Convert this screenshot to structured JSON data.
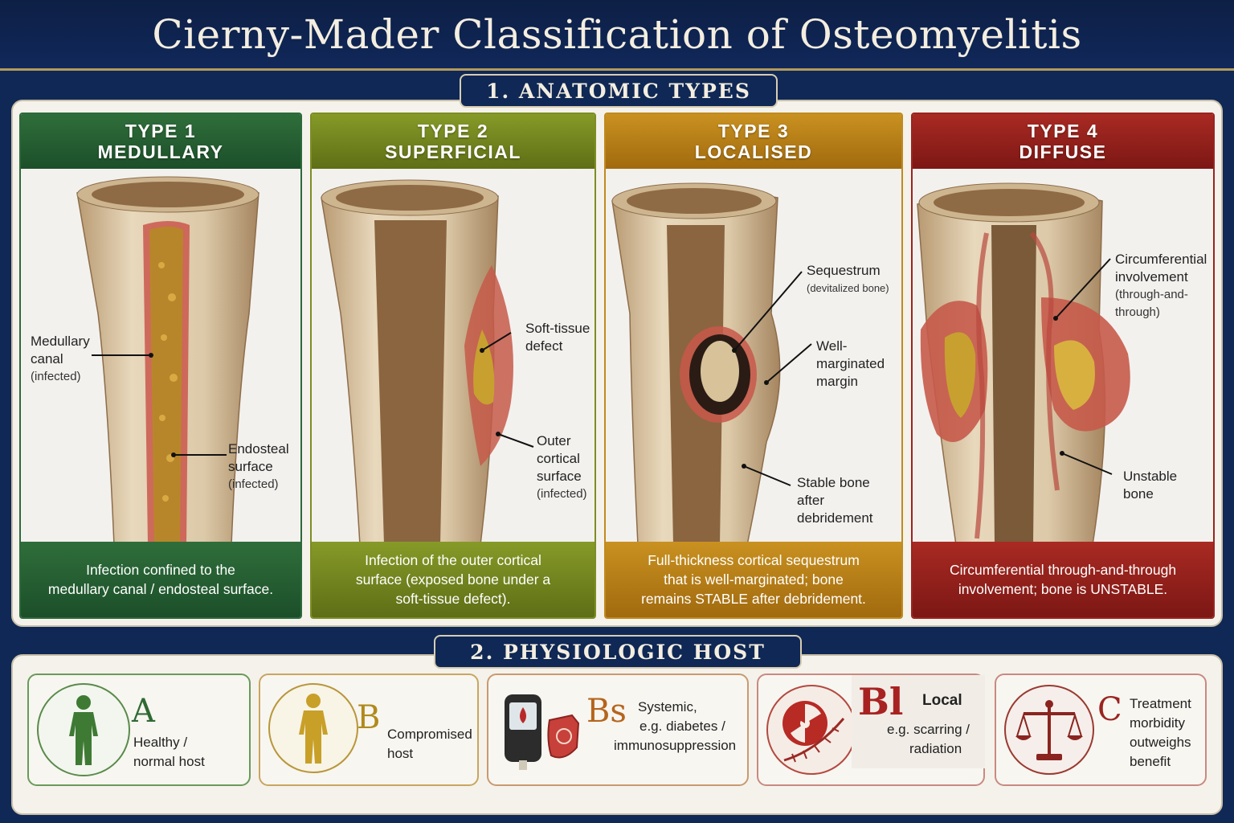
{
  "title": "Cierny-Mader Classification of Osteomyelitis",
  "section1": {
    "label": "1.  ANATOMIC TYPES"
  },
  "section2": {
    "label": "2.  PHYSIOLOGIC HOST"
  },
  "types": [
    {
      "line1": "TYPE 1",
      "line2": "MEDULLARY",
      "desc": [
        "Infection confined to the",
        "medullary canal / endosteal surface."
      ],
      "annotations": [
        {
          "lines": [
            "Medullary",
            "canal"
          ],
          "sub": "(infected)"
        },
        {
          "lines": [
            "Endosteal",
            "surface"
          ],
          "sub": "(infected)"
        }
      ]
    },
    {
      "line1": "TYPE 2",
      "line2": "SUPERFICIAL",
      "desc": [
        "Infection of the outer cortical",
        "surface (exposed bone under a",
        "soft-tissue defect)."
      ],
      "annotations": [
        {
          "lines": [
            "Soft-tissue",
            "defect"
          ],
          "sub": ""
        },
        {
          "lines": [
            "Outer",
            "cortical",
            "surface"
          ],
          "sub": "(infected)"
        }
      ]
    },
    {
      "line1": "TYPE 3",
      "line2": "LOCALISED",
      "desc": [
        "Full-thickness cortical sequestrum",
        "that is well-marginated; bone",
        "remains STABLE after debridement."
      ],
      "annotations": [
        {
          "lines": [
            "Sequestrum"
          ],
          "sub": "(devitalized bone)"
        },
        {
          "lines": [
            "Well-",
            "marginated",
            "margin"
          ],
          "sub": ""
        },
        {
          "lines": [
            "Stable bone",
            "after",
            "debridement"
          ],
          "sub": ""
        }
      ]
    },
    {
      "line1": "TYPE 4",
      "line2": "DIFFUSE",
      "desc": [
        "Circumferential through-and-through",
        "involvement; bone is UNSTABLE."
      ],
      "annotations": [
        {
          "lines": [
            "Circumferential",
            "involvement"
          ],
          "sub": "(through-and-\nthrough)"
        },
        {
          "lines": [
            "Unstable",
            "bone"
          ],
          "sub": ""
        }
      ]
    }
  ],
  "hosts": [
    {
      "letter": "A",
      "lines": [
        "Healthy /",
        "normal host"
      ],
      "icon": "healthy-person-icon",
      "color": "#2f6a34"
    },
    {
      "letter": "B",
      "lines": [
        "Compromised",
        "host"
      ],
      "icon": "compromised-person-icon",
      "color": "#b08a1c"
    },
    {
      "letter": "Bs",
      "lines": [
        "Systemic,",
        "e.g. diabetes /",
        "immunosuppression"
      ],
      "icon": "glucometer-icon",
      "color": "#b5651d"
    },
    {
      "letter": "Bl",
      "title": "Local",
      "lines": [
        "e.g. scarring /",
        "radiation"
      ],
      "icon": "radiation-icon",
      "color": "#a82222"
    },
    {
      "letter": "C",
      "lines": [
        "Treatment",
        "morbidity",
        "outweighs",
        "benefit"
      ],
      "icon": "scales-icon",
      "color": "#9a2420"
    }
  ]
}
